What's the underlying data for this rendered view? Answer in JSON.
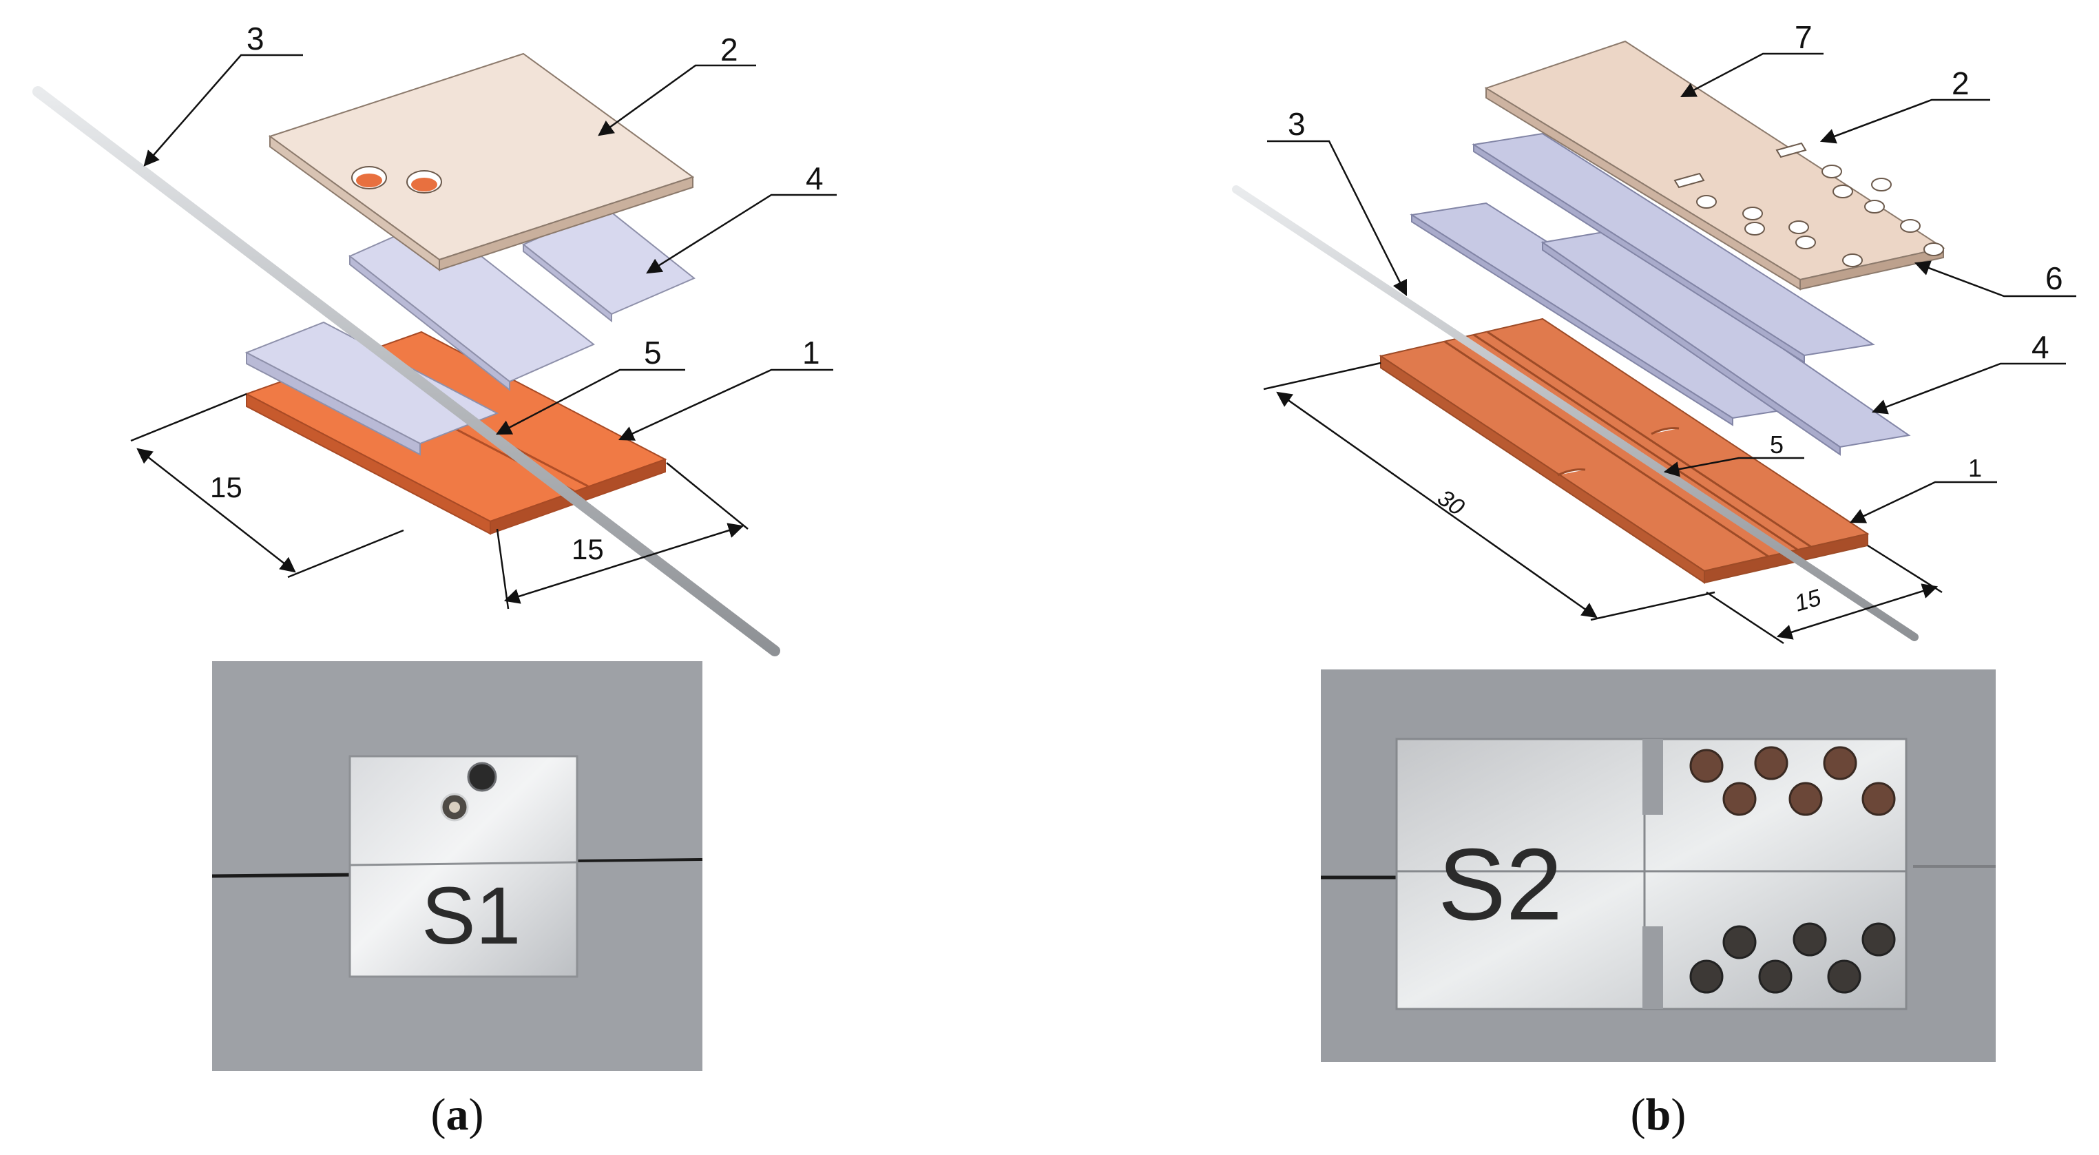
{
  "panel_a": {
    "callouts": {
      "c1": "1",
      "c2": "2",
      "c3": "3",
      "c4": "4",
      "c5": "5"
    },
    "dimension_left": "15",
    "dimension_right": "15",
    "sample_label": "S1",
    "caption_letter": "a"
  },
  "panel_b": {
    "callouts": {
      "c1": "1",
      "c2": "2",
      "c3": "3",
      "c4": "4",
      "c5": "5",
      "c6": "6",
      "c7": "7"
    },
    "dimension_long": "30",
    "dimension_short": "15",
    "sample_label": "S2",
    "caption_letter": "b"
  },
  "colors": {
    "copper": "#e8703f",
    "ceramic_cover": "#f1e2d6",
    "plate": "#d8d9ef",
    "wire": "#c9cccf",
    "photo_bg": "#9b9ea3"
  }
}
